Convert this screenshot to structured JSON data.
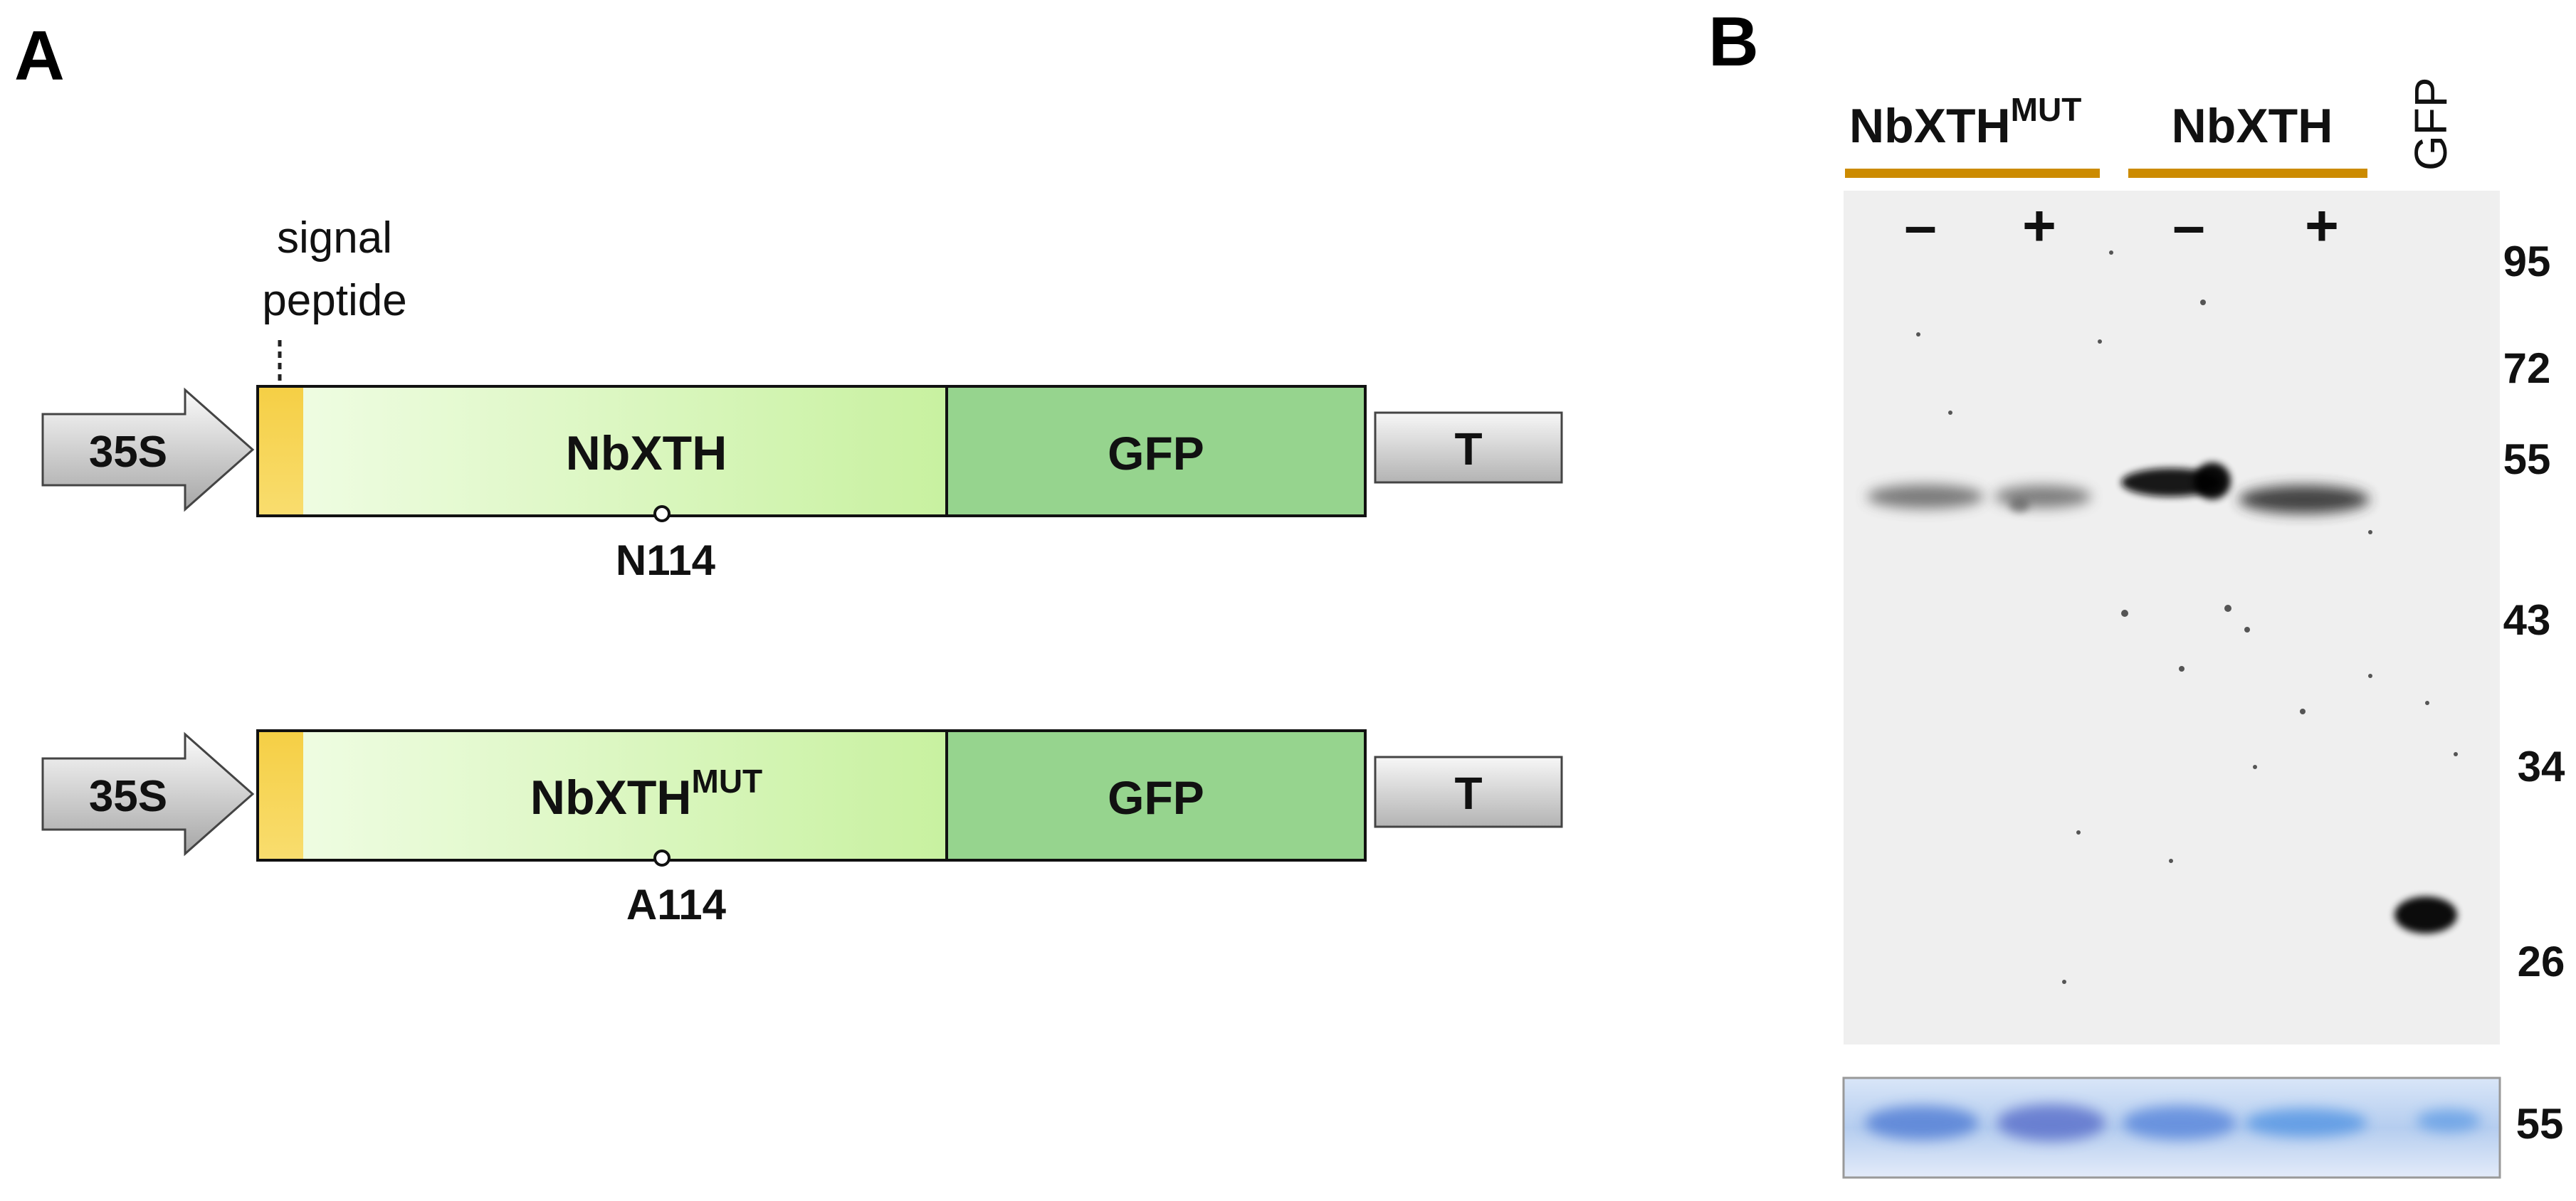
{
  "panel_a": {
    "label": "A",
    "signal_peptide_line1": "signal",
    "signal_peptide_line2": "peptide",
    "construct_wt": {
      "promoter": "35S",
      "protein": "NbXTH",
      "tag": "GFP",
      "terminator": "T",
      "site": "N114"
    },
    "construct_mut": {
      "promoter": "35S",
      "protein": "NbXTH",
      "protein_sup": "MUT",
      "tag": "GFP",
      "terminator": "T",
      "site": "A114"
    }
  },
  "panel_b": {
    "label": "B",
    "group_mut": "NbXTH",
    "group_mut_sup": "MUT",
    "group_wt": "NbXTH",
    "lane_gfp": "GFP",
    "lane_signs": [
      "–",
      "+",
      "–",
      "+"
    ],
    "markers": [
      "95",
      "72",
      "55",
      "43",
      "34",
      "26"
    ],
    "loading_marker": "55"
  },
  "colors": {
    "signal_peptide": "#f5cf45",
    "xth_light": "#eefde0",
    "xth_dark": "#c9f2a2",
    "gfp": "#96d48e",
    "bracket": "#cc8b00",
    "arrow_light": "#fafafa",
    "arrow_dark": "#a9a9a9",
    "blot_bg": "#efefef",
    "loading_blue": "#4f7fd8"
  }
}
